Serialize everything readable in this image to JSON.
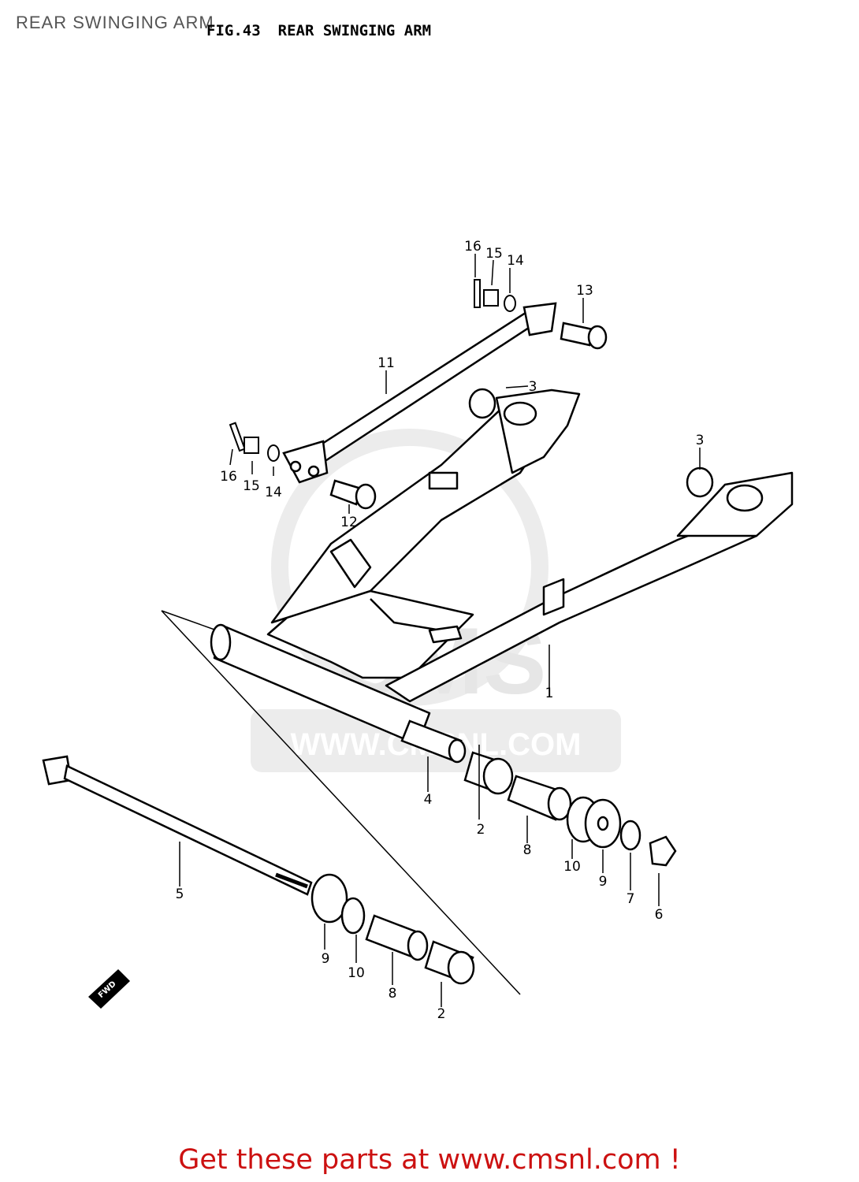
{
  "header": {
    "title": "REAR SWINGING ARM"
  },
  "figure": {
    "number": "FIG.43",
    "title": "REAR SWINGING ARM"
  },
  "watermark": {
    "brand": "CMS",
    "url": "WWW.CMSNL.COM",
    "color": "#e6e6e6"
  },
  "callouts": [
    {
      "id": "c1",
      "label": "1"
    },
    {
      "id": "c2a",
      "label": "2"
    },
    {
      "id": "c2b",
      "label": "2"
    },
    {
      "id": "c3a",
      "label": "3"
    },
    {
      "id": "c3b",
      "label": "3"
    },
    {
      "id": "c4",
      "label": "4"
    },
    {
      "id": "c5",
      "label": "5"
    },
    {
      "id": "c6",
      "label": "6"
    },
    {
      "id": "c7",
      "label": "7"
    },
    {
      "id": "c8a",
      "label": "8"
    },
    {
      "id": "c8b",
      "label": "8"
    },
    {
      "id": "c9a",
      "label": "9"
    },
    {
      "id": "c9b",
      "label": "9"
    },
    {
      "id": "c10a",
      "label": "10"
    },
    {
      "id": "c10b",
      "label": "10"
    },
    {
      "id": "c11",
      "label": "11"
    },
    {
      "id": "c12",
      "label": "12"
    },
    {
      "id": "c13",
      "label": "13"
    },
    {
      "id": "c14a",
      "label": "14"
    },
    {
      "id": "c14b",
      "label": "14"
    },
    {
      "id": "c15a",
      "label": "15"
    },
    {
      "id": "c15b",
      "label": "15"
    },
    {
      "id": "c16a",
      "label": "16"
    },
    {
      "id": "c16b",
      "label": "16"
    }
  ],
  "fwd_marker": {
    "label": "FWD"
  },
  "footer": {
    "link_text": "Get these parts at www.cmsnl.com !",
    "color": "#cc1111"
  }
}
